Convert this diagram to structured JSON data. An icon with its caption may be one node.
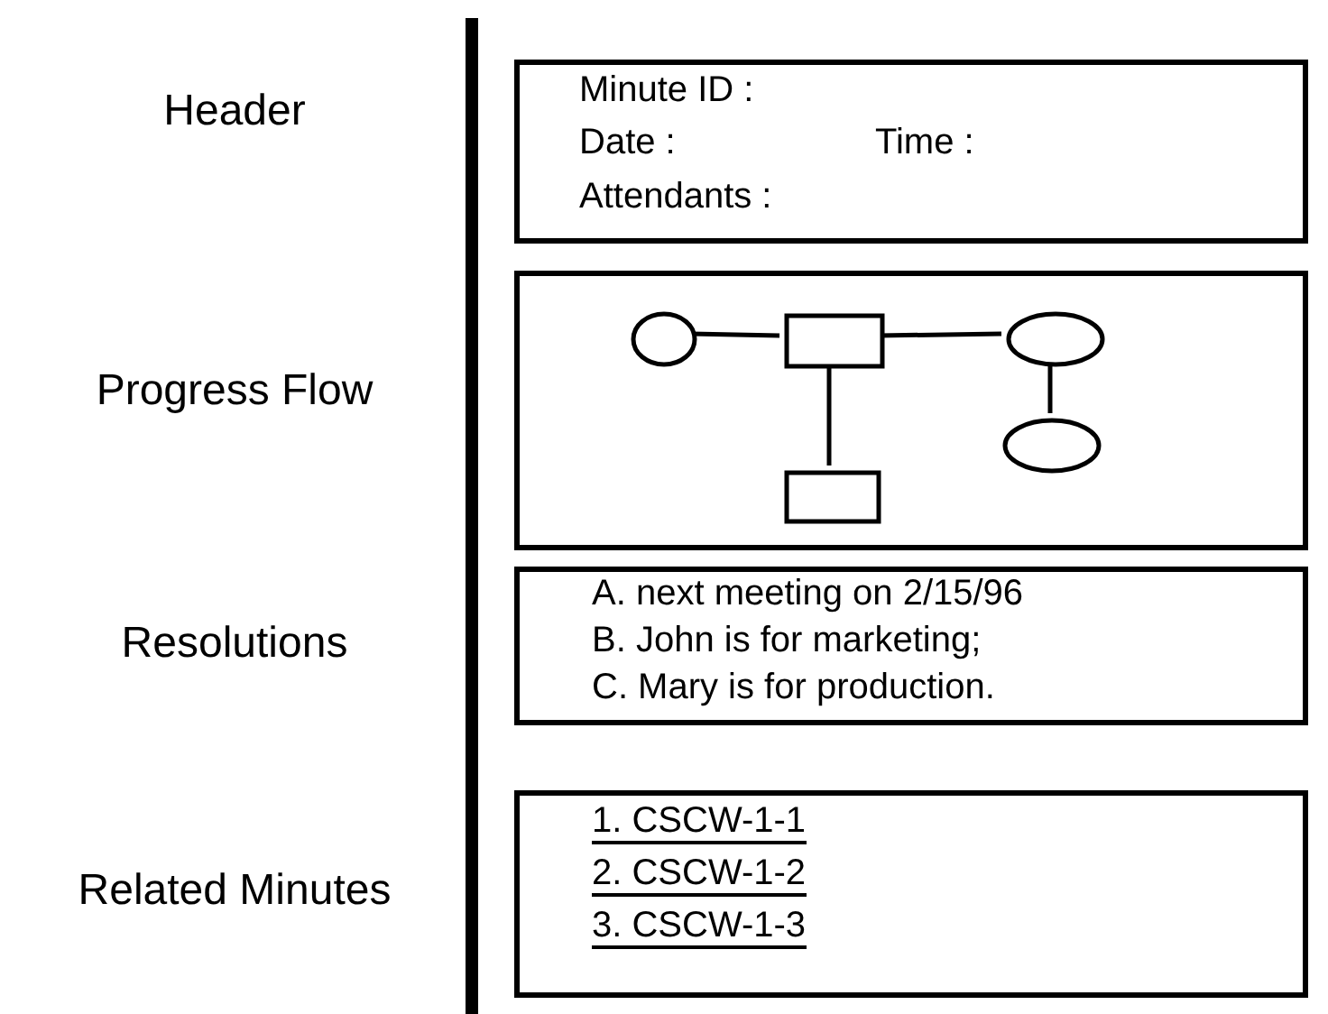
{
  "diagram": {
    "nodes": [
      {
        "text": [
          "Minute ID :",
          "Date :",
          "Time :",
          "Attendants :"
        ]
      },
      {
        "text": [],
        "shape": "box"
      },
      {
        "text": [],
        "shape": "circle",
        "in": 1
      },
      {
        "text": [],
        "shape": "box",
        "in": 1
      },
      {
        "text": [],
        "shape": "ellipse",
        "in": 1
      },
      {
        "text": [],
        "shape": "box",
        "in": 1
      },
      {
        "text": [],
        "shape": "ellipse",
        "in": 1
      },
      {
        "text": [
          "A. next meeting on 2/15/96",
          "B. John is for marketing;",
          "C. Mary is for production."
        ]
      },
      {
        "text": [
          "1. CSCW-1-1",
          "2. CSCW-1-2",
          "3. CSCW-1-3"
        ]
      }
    ],
    "labels": [
      "Header",
      "Progress Flow",
      "Resolutions",
      "Related Minutes"
    ],
    "edges": [
      {
        "from": 2,
        "to": 3,
        "arrow": "none"
      },
      {
        "from": 3,
        "to": 4,
        "arrow": "none"
      },
      {
        "from": 3,
        "to": 5,
        "arrow": "none"
      },
      {
        "from": 4,
        "to": 6,
        "arrow": "none"
      }
    ]
  }
}
